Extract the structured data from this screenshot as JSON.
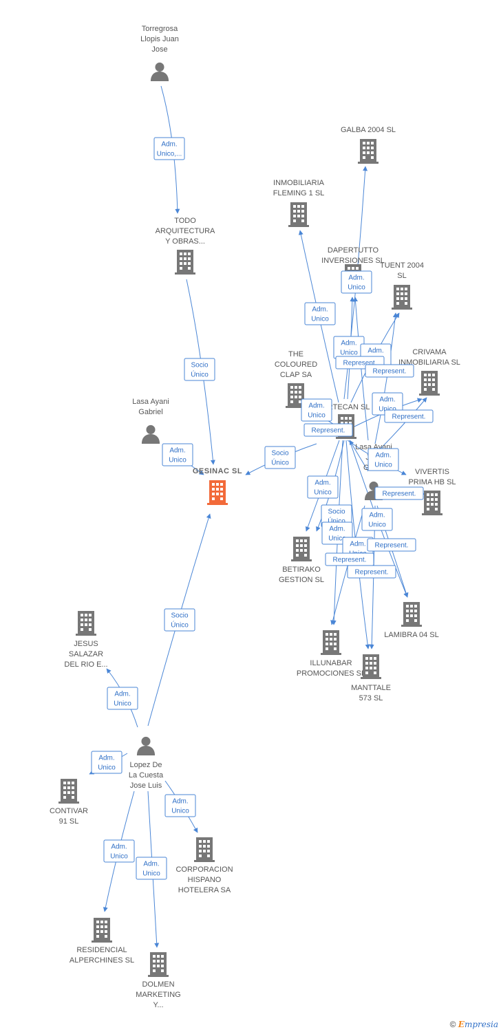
{
  "colors": {
    "edge": "#4a86d6",
    "node_icon": "#777777",
    "focus_icon": "#f26a3a",
    "label": "#555555"
  },
  "nodes": [
    {
      "id": "torregrosa",
      "type": "person",
      "lines": [
        "Torregrosa",
        "Llopis Juan",
        "Jose"
      ]
    },
    {
      "id": "todo",
      "type": "company",
      "lines": [
        "TODO",
        "ARQUITECTURA",
        "Y OBRAS..."
      ]
    },
    {
      "id": "lasa_gabriel",
      "type": "person",
      "lines": [
        "Lasa Ayani",
        "Gabriel"
      ]
    },
    {
      "id": "gesinac",
      "type": "company_focus",
      "lines": [
        "GESINAC  SL"
      ]
    },
    {
      "id": "galba",
      "type": "company",
      "lines": [
        "GALBA 2004 SL"
      ]
    },
    {
      "id": "inmobiliaria_fleming",
      "type": "company",
      "lines": [
        "INMOBILIARIA",
        "FLEMING 1 SL"
      ]
    },
    {
      "id": "dapertutto",
      "type": "company",
      "lines": [
        "DAPERTUTTO",
        "INVERSIONES SL"
      ]
    },
    {
      "id": "tuent",
      "type": "company",
      "lines": [
        "TUENT 2004",
        "SL"
      ]
    },
    {
      "id": "coloured",
      "type": "company",
      "lines": [
        "THE",
        "COLOURED",
        "CLAP SA"
      ]
    },
    {
      "id": "crivama",
      "type": "company",
      "lines": [
        "CRIVAMA",
        "INMOBILIARIA SL"
      ]
    },
    {
      "id": "artecan",
      "type": "company",
      "lines": [
        "ARTECAN SL"
      ]
    },
    {
      "id": "lasa_jose",
      "type": "person",
      "lines": [
        "Lasa Ayani",
        "Jose",
        "Gab..."
      ]
    },
    {
      "id": "vivertis",
      "type": "company",
      "lines": [
        "VIVERTIS",
        "PRIMA HB  SL"
      ]
    },
    {
      "id": "betirako",
      "type": "company",
      "lines": [
        "BETIRAKO",
        "GESTION SL"
      ]
    },
    {
      "id": "lambra",
      "type": "company",
      "lines": [
        "LAMIBRA 04 SL"
      ]
    },
    {
      "id": "illunabar",
      "type": "company",
      "lines": [
        "ILLUNABAR",
        "PROMOCIONES SL"
      ]
    },
    {
      "id": "manttale",
      "type": "company",
      "lines": [
        "MANTTALE",
        "573 SL"
      ]
    },
    {
      "id": "jesus",
      "type": "company",
      "lines": [
        "JESUS",
        "SALAZAR",
        "DEL RIO E..."
      ]
    },
    {
      "id": "lopez",
      "type": "person",
      "lines": [
        "Lopez De",
        "La Cuesta",
        "Jose Luis"
      ]
    },
    {
      "id": "contivar",
      "type": "company",
      "lines": [
        "CONTIVAR",
        "91 SL"
      ]
    },
    {
      "id": "corporacion",
      "type": "company",
      "lines": [
        "CORPORACION",
        "HISPANO",
        "HOTELERA SA"
      ]
    },
    {
      "id": "residencial",
      "type": "company",
      "lines": [
        "RESIDENCIAL",
        "ALPERCHINES SL"
      ]
    },
    {
      "id": "dolmen",
      "type": "company",
      "lines": [
        "DOLMEN",
        "MARKETING",
        "Y..."
      ]
    }
  ],
  "edges": [
    {
      "from": "torregrosa",
      "to": "todo",
      "label": [
        "Adm.",
        "Unico,..."
      ]
    },
    {
      "from": "todo",
      "to": "gesinac",
      "label": [
        "Socio",
        "Único"
      ]
    },
    {
      "from": "lasa_gabriel",
      "to": "gesinac",
      "label": [
        "Adm.",
        "Unico"
      ]
    },
    {
      "from": "lopez",
      "to": "gesinac",
      "label": [
        "Socio",
        "Único"
      ]
    },
    {
      "from": "artecan",
      "to": "gesinac",
      "label": [
        "Socio",
        "Único"
      ]
    },
    {
      "from": "artecan",
      "to": "inmobiliaria_fleming",
      "label": [
        "Adm.",
        "Unico"
      ]
    },
    {
      "from": "artecan",
      "to": "galba",
      "label": [
        "Adm.",
        "Unico"
      ]
    },
    {
      "from": "artecan",
      "to": "dapertutto",
      "label": [
        "Adm.",
        "Unico"
      ]
    },
    {
      "from": "artecan",
      "to": "tuent",
      "label": [
        "Adm.",
        "Unico"
      ]
    },
    {
      "from": "lasa_jose",
      "to": "dapertutto",
      "label": [
        "Represent."
      ]
    },
    {
      "from": "lasa_jose",
      "to": "tuent",
      "label": [
        "Represent."
      ]
    },
    {
      "from": "artecan",
      "to": "coloured",
      "label": [
        "Adm.",
        "Unico"
      ]
    },
    {
      "from": "artecan",
      "to": "crivama",
      "label": [
        "Adm.",
        "Unico"
      ]
    },
    {
      "from": "lasa_jose",
      "to": "crivama",
      "label": [
        "Represent."
      ]
    },
    {
      "from": "lasa_jose",
      "to": "artecan",
      "label": [
        "Represent."
      ]
    },
    {
      "from": "artecan",
      "to": "vivertis",
      "label": [
        "Adm.",
        "Unico"
      ]
    },
    {
      "from": "lasa_jose",
      "to": "vivertis",
      "label": [
        "Represent."
      ]
    },
    {
      "from": "artecan",
      "to": "betirako",
      "label": [
        "Adm.",
        "Unico"
      ]
    },
    {
      "from": "artecan",
      "to": "betirako",
      "label": [
        "Socio",
        "Único"
      ]
    },
    {
      "from": "artecan",
      "to": "illunabar",
      "label": [
        "Adm.",
        "Unico"
      ]
    },
    {
      "from": "artecan",
      "to": "manttale",
      "label": [
        "Adm.",
        "Unico"
      ]
    },
    {
      "from": "artecan",
      "to": "lambra",
      "label": [
        "Adm.",
        "Unico"
      ]
    },
    {
      "from": "lasa_jose",
      "to": "lambra",
      "label": [
        "Represent."
      ]
    },
    {
      "from": "lasa_jose",
      "to": "illunabar",
      "label": [
        "Represent."
      ]
    },
    {
      "from": "lasa_jose",
      "to": "manttale",
      "label": [
        "Represent."
      ]
    },
    {
      "from": "lopez",
      "to": "jesus",
      "label": [
        "Adm.",
        "Unico"
      ]
    },
    {
      "from": "lopez",
      "to": "contivar",
      "label": [
        "Adm.",
        "Unico"
      ]
    },
    {
      "from": "lopez",
      "to": "corporacion",
      "label": [
        "Adm.",
        "Unico"
      ]
    },
    {
      "from": "lopez",
      "to": "residencial",
      "label": [
        "Adm.",
        "Unico"
      ]
    },
    {
      "from": "lopez",
      "to": "dolmen",
      "label": [
        "Adm.",
        "Unico"
      ]
    }
  ],
  "footer": {
    "copyright": "©",
    "brand_initial": "E",
    "brand_rest": "mpresia"
  }
}
